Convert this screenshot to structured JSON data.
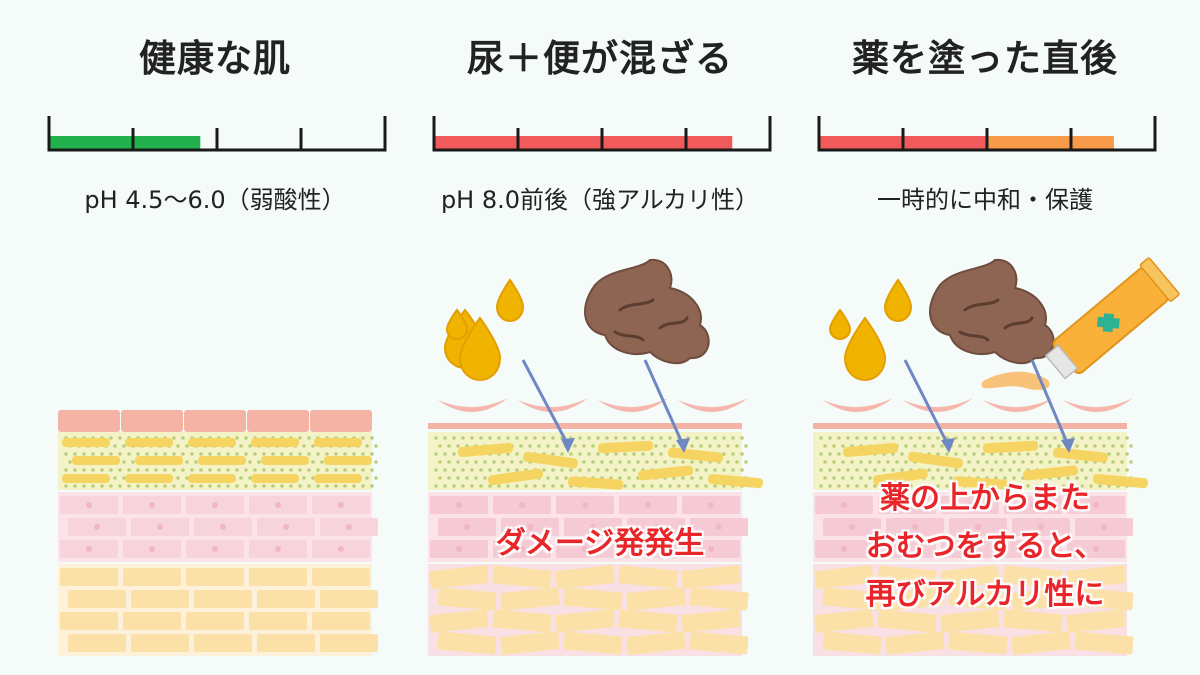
{
  "panels": [
    {
      "title": "健康な肌",
      "ph_text": "pH 4.5〜6.0（弱酸性）",
      "bar": [
        {
          "fill": 0.45,
          "color": "#22b14c"
        }
      ]
    },
    {
      "title": "尿＋便が混ざる",
      "ph_text": "pH 8.0前後（強アルカリ性）",
      "bar": [
        {
          "fill": 0.89,
          "color": "#f05a5a"
        }
      ]
    },
    {
      "title": "薬を塗った直後",
      "ph_text": "一時的に中和・保護",
      "bar": [
        {
          "fill": 0.5,
          "color": "#f05a5a"
        },
        {
          "fill": 0.38,
          "color": "#f79b4a"
        }
      ],
      "overlay_lines": [
        "薬の上からまた",
        "おむつをすると、",
        "再びアルカリ性に"
      ]
    }
  ],
  "damage_text": "ダメージ発発生",
  "icons": [
    "urine-drop-icon",
    "stool-icon",
    "ointment-tube-icon",
    "arrow-icon"
  ],
  "colors": {
    "background": "#f4fbf9",
    "healthy": "#22b14c",
    "alkaline": "#f05a5a",
    "neutralized": "#f79b4a",
    "warning_text": "#e8262a"
  }
}
